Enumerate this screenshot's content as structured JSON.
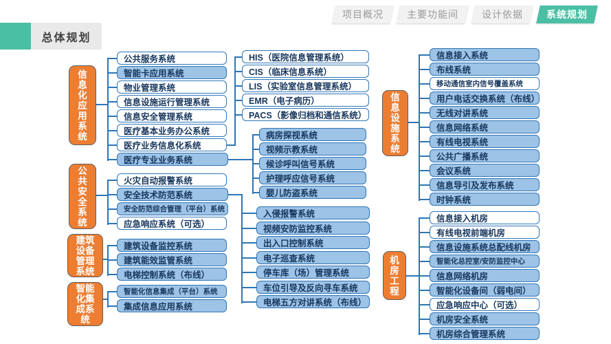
{
  "header": {
    "tabs": [
      {
        "label": "项目概况"
      },
      {
        "label": "主要功能间"
      },
      {
        "label": "设计依据"
      },
      {
        "label": "系统规划",
        "active": true
      }
    ],
    "title": "总体规划"
  },
  "colors": {
    "accent_teal": "#4bbfa3",
    "group_orange": "#ed7d31",
    "node_border_blue": "#2e75b6",
    "node_fill_blue": "#9dc3e6",
    "node_text": "#17375e"
  },
  "diagram": {
    "groups": [
      {
        "label": "信息化应用系统",
        "items": [
          "公共服务系统",
          "智能卡应用系统",
          "物业管理系统",
          "信息设施运行管理系统",
          "信息安全管理系统",
          "医疗基本业务办公系统",
          "医疗业务信息化系统",
          "医疗专业业务系统"
        ]
      },
      {
        "label": "公共安全系统",
        "items": [
          "火灾自动报警系统",
          "安全技术防范系统",
          "安全防范综合管理（平台）系统",
          "应急响应系统（可选）"
        ]
      },
      {
        "label": "建筑设备管理系统",
        "items": [
          "建筑设备监控系统",
          "建筑能效监管系统",
          "电梯控制系统（布线）"
        ]
      },
      {
        "label": "智能化集成系统",
        "items": [
          "智能化信息集成（平台）系统",
          "集成信息应用系统"
        ]
      },
      {
        "label": "信息设施系统",
        "items": [
          "信息接入系统",
          "布线系统",
          "移动通信室内信号覆盖系统",
          "用户电话交换系统（布线）",
          "无线对讲系统",
          "信息网络系统",
          "有线电视系统",
          "公共广播系统",
          "会议系统",
          "信息导引及发布系统",
          "时钟系统"
        ]
      },
      {
        "label": "机房工程",
        "items": [
          "信息接入机房",
          "有线电视前端机房",
          "信息设施系统总配线机房",
          "智能化总控室/安防监控中心",
          "信息网络机房",
          "智能化设备间（弱电间）",
          "应急响应中心（可选）",
          "机房安全系统",
          "机房综合管理系统"
        ]
      }
    ],
    "branches": [
      {
        "parent": "医疗业务信息化系统",
        "items": [
          "HIS（医院信息管理系统）",
          "CIS（临床信息系统）",
          "LIS（实验室信息管理系统）",
          "EMR（电子病历）",
          "PACS（影像归档和通信系统）"
        ]
      },
      {
        "parent": "医疗专业业务系统",
        "items": [
          "病房探视系统",
          "视频示教系统",
          "候诊呼叫信号系统",
          "护理呼应信号系统",
          "婴儿防盗系统"
        ]
      },
      {
        "parent": "安全技术防范系统",
        "items": [
          "入侵报警系统",
          "视频安防监控系统",
          "出入口控制系统",
          "电子巡查系统",
          "停车库（场）管理系统",
          "车位引导及反向寻车系统",
          "电梯五方对讲系统（布线）"
        ]
      }
    ]
  }
}
